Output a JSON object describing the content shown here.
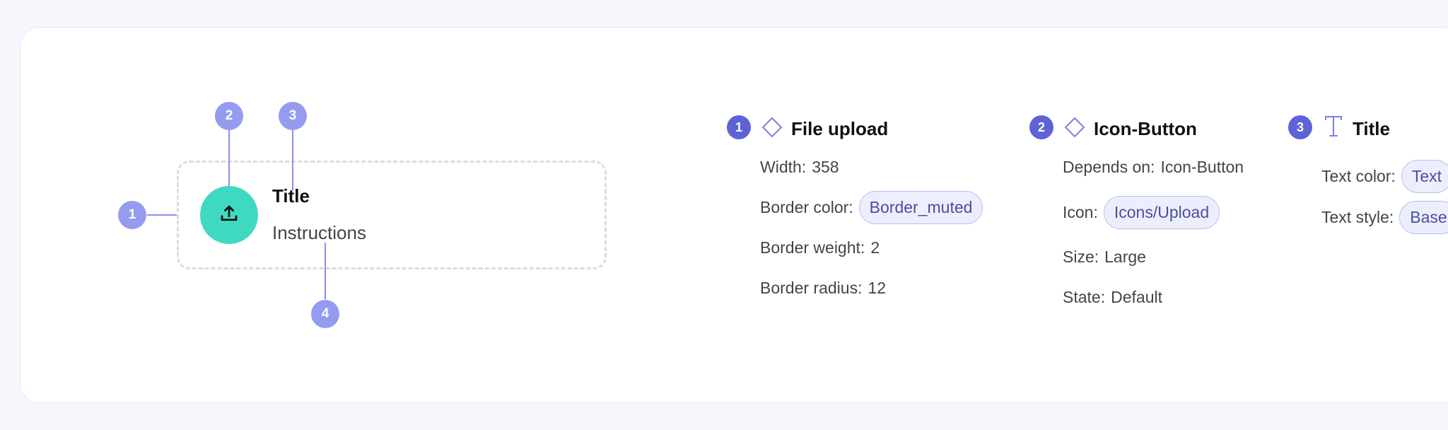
{
  "preview": {
    "title": "Title",
    "instructions": "Instructions",
    "pins": [
      "1",
      "2",
      "3",
      "4"
    ]
  },
  "sections": [
    {
      "number": "1",
      "icon": "component-diamond-icon",
      "title": "File upload",
      "props": [
        {
          "key": "Width:",
          "value": "358"
        },
        {
          "key": "Border color:",
          "value": "Border_muted"
        },
        {
          "key": "Border weight:",
          "value": "2"
        },
        {
          "key": "Border radius:",
          "value": "12"
        }
      ]
    },
    {
      "number": "2",
      "icon": "component-diamond-icon",
      "title": "Icon-Button",
      "props": [
        {
          "key": "Depends on:",
          "value": "Icon-Button"
        },
        {
          "key": "Icon:",
          "value": "Icons/Upload"
        },
        {
          "key": "Size:",
          "value": "Large"
        },
        {
          "key": "State:",
          "value": "Default"
        }
      ]
    },
    {
      "number": "3",
      "icon": "text-icon",
      "title": "Title",
      "props": [
        {
          "key": "Text color:",
          "value": "Text"
        },
        {
          "key": "Text style:",
          "value": "Base"
        }
      ]
    }
  ],
  "colors": {
    "accent": "#5d63d6",
    "pin": "#959bee",
    "upload_button": "#3fd9c1",
    "chip_bg": "#eceefd",
    "chip_border": "#b9bdf2"
  }
}
